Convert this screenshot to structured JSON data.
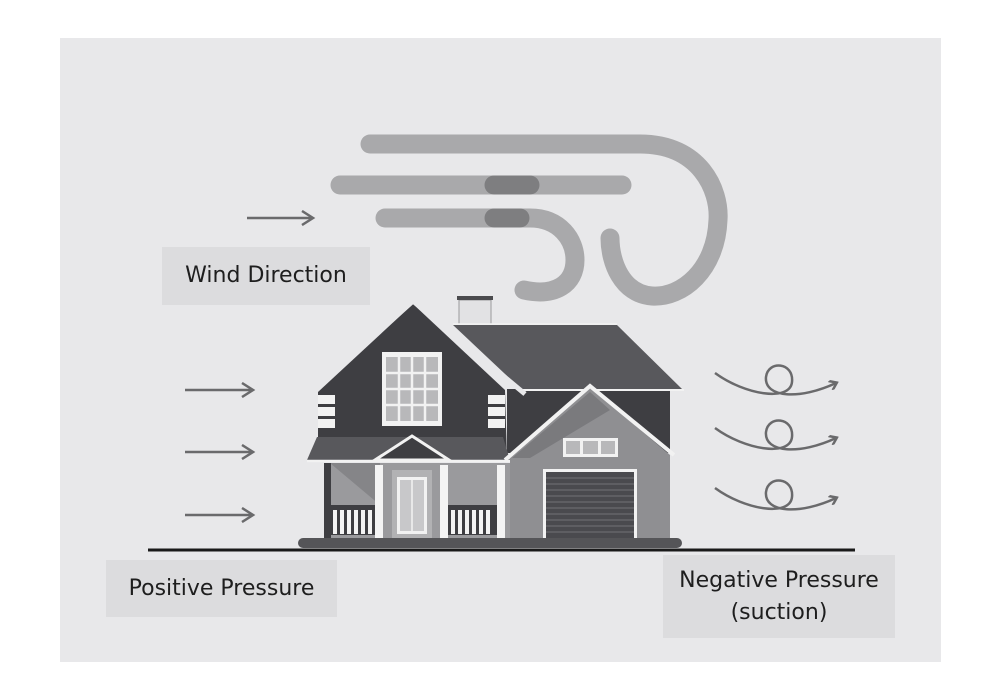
{
  "labels": {
    "wind_direction": "Wind Direction",
    "positive_pressure": "Positive Pressure",
    "negative_pressure_line1": "Negative Pressure",
    "negative_pressure_line2": "(suction)"
  },
  "colors": {
    "background": "#e8e8ea",
    "label_box": "#dcdcde",
    "wind_stream": "#a9a9ab",
    "wind_overlap": "#7e7e80",
    "house_dark": "#3e3e42",
    "roof": "#58585c",
    "wall_light": "#8f8f92",
    "arrow": "#6a6a6c"
  }
}
